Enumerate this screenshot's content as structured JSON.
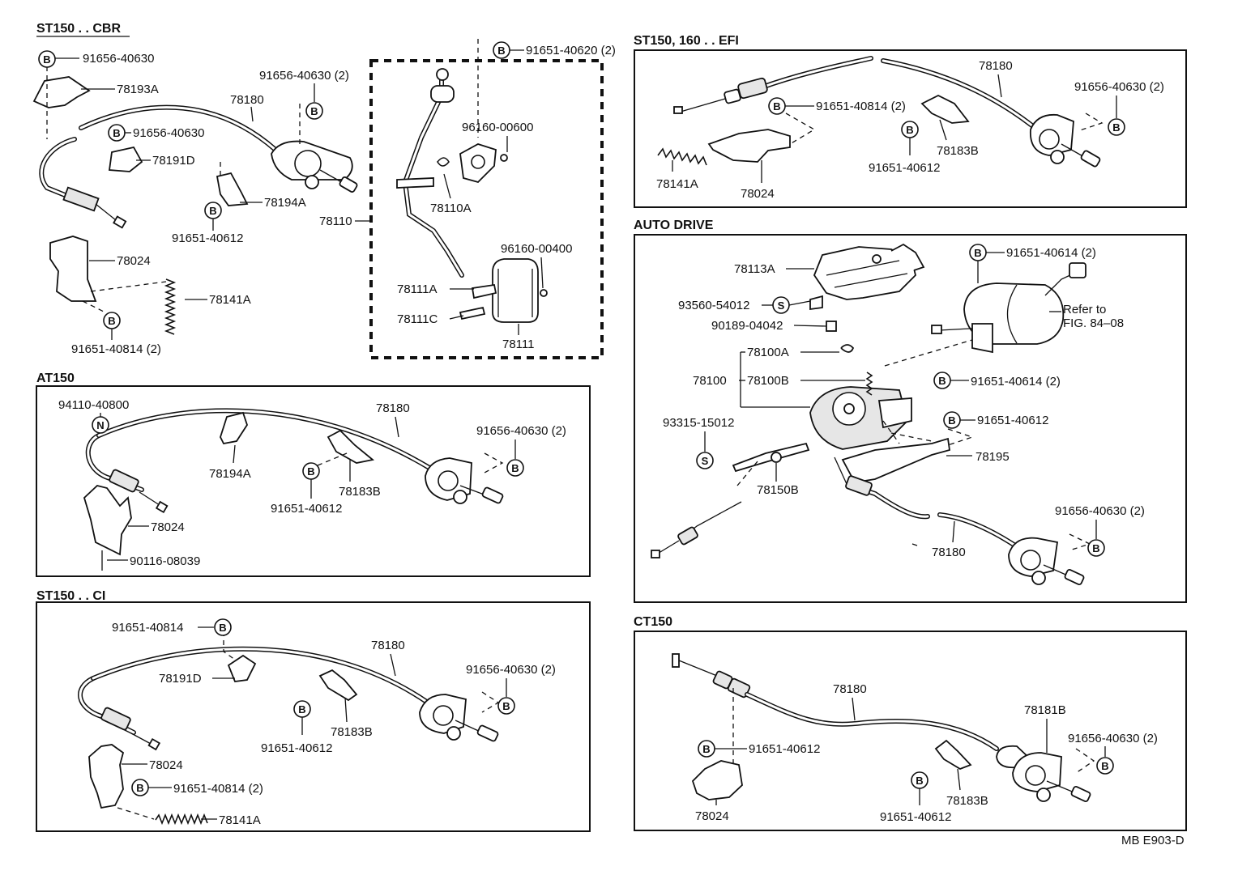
{
  "sections": {
    "st150_cbr": {
      "title": "ST150 . . CBR"
    },
    "st150_160_efi": {
      "title": "ST150, 160 . . EFI"
    },
    "auto_drive": {
      "title": "AUTO DRIVE"
    },
    "at150": {
      "title": "AT150"
    },
    "st150_ci": {
      "title": "ST150 . . CI"
    },
    "ct150": {
      "title": "CT150"
    }
  },
  "markers": {
    "b": "B",
    "n": "N",
    "s": "S"
  },
  "labels": {
    "cbr": {
      "p1": "91656-40630",
      "p2": "78193A",
      "p3": "91656-40630 (2)",
      "p4": "78180",
      "p5": "91656-40630",
      "p6": "78191D",
      "p7": "78194A",
      "p8": "91651-40612",
      "p9": "78024",
      "p10": "78141A",
      "p11": "91651-40814 (2)"
    },
    "center": {
      "p1": "91651-40620 (2)",
      "p2": "96160-00600",
      "p3": "78110A",
      "p4": "78110",
      "p5": "96160-00400",
      "p6": "78111A",
      "p7": "78111C",
      "p8": "78111"
    },
    "efi": {
      "p1": "78180",
      "p2": "91651-40814 (2)",
      "p3": "91656-40630 (2)",
      "p4": "78183B",
      "p5": "91651-40612",
      "p6": "78141A",
      "p7": "78024"
    },
    "auto": {
      "p1": "78113A",
      "p2": "91651-40614 (2)",
      "p3": "93560-54012",
      "p4": "90189-04042",
      "p5": "Refer to",
      "p6": "FIG. 84–08",
      "p7": "78100A",
      "p8": "78100",
      "p9": "78100B",
      "p10": "91651-40614 (2)",
      "p11": "93315-15012",
      "p12": "91651-40612",
      "p13": "78195",
      "p14": "78150B",
      "p15": "91656-40630 (2)",
      "p16": "78180"
    },
    "at": {
      "p1": "94110-40800",
      "p2": "78180",
      "p3": "91656-40630 (2)",
      "p4": "78194A",
      "p5": "78183B",
      "p6": "91651-40612",
      "p7": "78024",
      "p8": "90116-08039"
    },
    "ci": {
      "p1": "91651-40814",
      "p2": "78180",
      "p3": "78191D",
      "p4": "91656-40630 (2)",
      "p5": "78183B",
      "p6": "91651-40612",
      "p7": "78024",
      "p8": "91651-40814 (2)",
      "p9": "78141A"
    },
    "ct": {
      "p1": "78180",
      "p2": "78181B",
      "p3": "91651-40612",
      "p4": "91656-40630 (2)",
      "p5": "78183B",
      "p6": "91651-40612",
      "p7": "78024"
    }
  },
  "footer": {
    "code": "MB E903-D"
  }
}
